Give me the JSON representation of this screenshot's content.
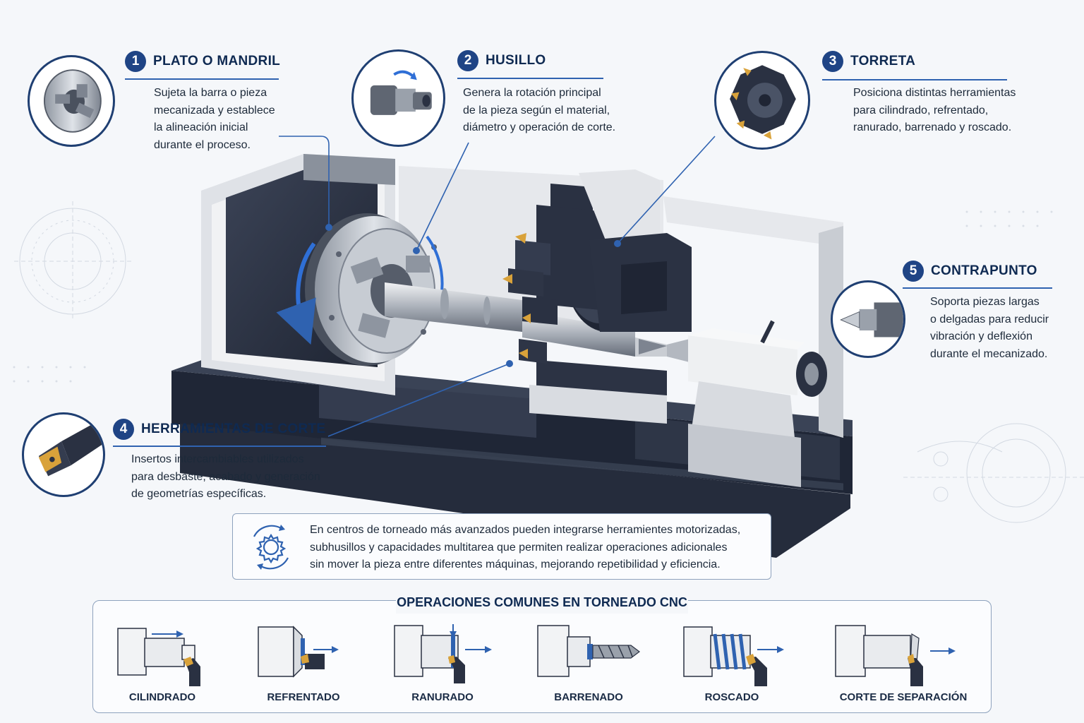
{
  "callouts": [
    {
      "num": "1",
      "title": "PLATO O MANDRIL",
      "desc": [
        "Sujeta la barra o pieza",
        "mecanizada y establece",
        "la alineación inicial",
        "durante el proceso."
      ],
      "icon": "chuck-icon"
    },
    {
      "num": "2",
      "title": "HUSILLO",
      "desc": [
        "Genera la rotación principal",
        "de la pieza según el material,",
        "diámetro y operación de corte."
      ],
      "icon": "spindle-icon"
    },
    {
      "num": "3",
      "title": "TORRETA",
      "desc": [
        "Posiciona distintas herramientas",
        "para cilindrado, refrentado,",
        "ranurado, barrenado y roscado."
      ],
      "icon": "turret-icon"
    },
    {
      "num": "4",
      "title": "HERRAMIENTAS DE CORTE",
      "desc": [
        "Insertos intercambiables utilizados",
        "para desbaste, acabado y generación",
        "de geometrías específicas."
      ],
      "icon": "cutting-tool-icon"
    },
    {
      "num": "5",
      "title": "CONTRAPUNTO",
      "desc": [
        "Soporta piezas largas",
        "o delgadas para reducir",
        "vibración y deflexión",
        "durante el mecanizado."
      ],
      "icon": "tailstock-icon"
    }
  ],
  "info": {
    "icon": "gear-cycle-icon",
    "lines": [
      "En centros de torneado más avanzados pueden integrarse herramientes motorizadas,",
      "subhusillos y capacidades multitarea que permiten realizar operaciones adicionales",
      "sin mover la pieza entre diferentes máquinas, mejorando repetibilidad y eficiencia."
    ]
  },
  "operations": {
    "title": "OPERACIONES COMUNES EN TORNEADO CNC",
    "items": [
      {
        "label": "CILINDRADO",
        "icon": "turning-op-icon"
      },
      {
        "label": "REFRENTADO",
        "icon": "facing-op-icon"
      },
      {
        "label": "RANURADO",
        "icon": "grooving-op-icon"
      },
      {
        "label": "BARRENADO",
        "icon": "drilling-op-icon"
      },
      {
        "label": "ROSCADO",
        "icon": "threading-op-icon"
      },
      {
        "label": "CORTE DE SEPARACIÓN",
        "icon": "parting-op-icon"
      }
    ]
  },
  "colors": {
    "accent": "#2f62b0",
    "navy": "#1f3f72",
    "machine-dark": "#2a3142",
    "steel": "#b9bec6"
  }
}
